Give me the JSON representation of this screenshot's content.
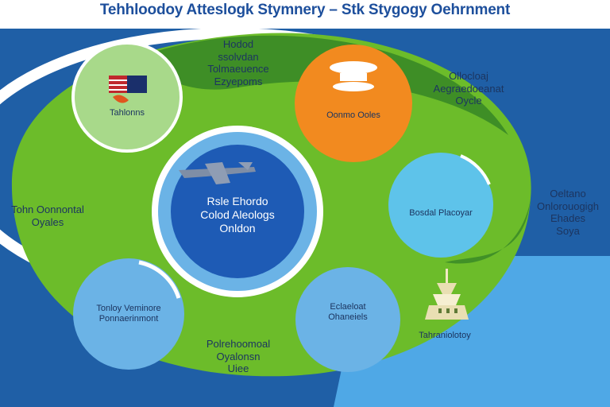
{
  "title": "Tehhloodoy Atteslogk Stymnery – Stk Stygogy Oehrnment",
  "colors": {
    "navy": "#1f5fa6",
    "green": "#6cbc2a",
    "dark_green": "#2f7f26",
    "light_green": "#a8d98a",
    "orange": "#f28a1f",
    "sky": "#5ec3ea",
    "light_blue": "#6bb3e6",
    "core_blue": "#1e5bb5"
  },
  "icons": [
    "flag-icon",
    "cloud-icon",
    "aircraft-icon",
    "tower-icon"
  ],
  "labels": {
    "top_center": [
      "Hodod",
      "ssolvdan",
      "Tolmaeuence",
      "Ezyepoms"
    ],
    "green_circle": "Tahlonns",
    "orange_circle": "Oonmo Ooles",
    "top_right": [
      "Ollocloaj",
      "Aegraedoeanat",
      "Oycle"
    ],
    "left": [
      "Tohn Oonnontal",
      "Oyales"
    ],
    "core": [
      "Rsle Ehordo",
      "Colod Aleologs",
      "Onldon"
    ],
    "cyan_circle": "Bosdal Placoyar",
    "right": [
      "Oeltano",
      "Onlorouogigh",
      "Ehades",
      "Soya"
    ],
    "bottom_left_circle": [
      "Tonloy Veminore",
      "Ponnaerinmont"
    ],
    "bottom_center": [
      "Polrehoomoal",
      "Oyalonsn",
      "Uiee"
    ],
    "bottom_circle": [
      "Eclaeloat",
      "Ohaneiels"
    ],
    "tower_label": "Tahraniolotoy"
  }
}
